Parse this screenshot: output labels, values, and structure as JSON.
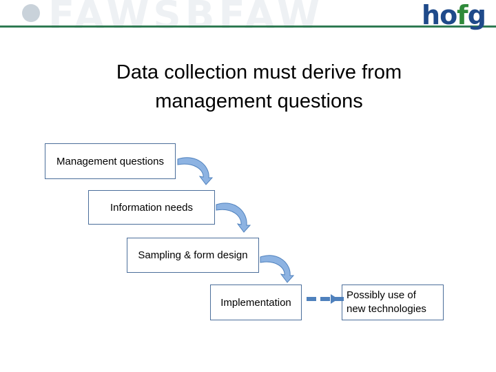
{
  "header": {
    "logo_text": "hofg",
    "logo_colors": {
      "h": "#1f4a8a",
      "o": "#1f4a8a",
      "f": "#2f8a3a",
      "g": "#1f4a8a"
    },
    "emblem_icon": "organization-emblem-icon",
    "rule_color": "#2f7a52"
  },
  "title": {
    "line1": "Data collection must derive from",
    "line2": "management questions"
  },
  "steps": [
    {
      "label": "Management questions"
    },
    {
      "label": "Information needs"
    },
    {
      "label": "Sampling & form design"
    },
    {
      "label": "Implementation"
    }
  ],
  "outcome": {
    "line1": "Possibly use of",
    "line2": "new  technologies"
  },
  "colors": {
    "arrow_fill": "#8db3e2",
    "arrow_stroke": "#4f81bd",
    "dashed_arrow": "#4f81bd",
    "box_border": "#4a6d9a"
  }
}
